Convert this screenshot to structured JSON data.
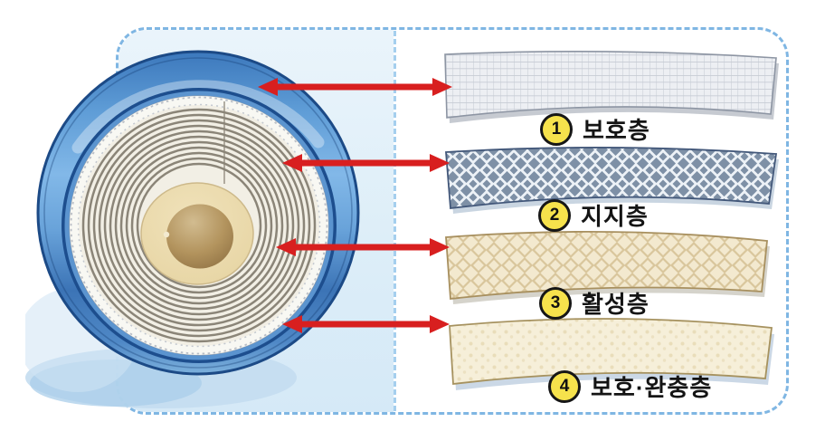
{
  "diagram_subject": "adhesive-tape-roll-layer-structure",
  "layers": [
    {
      "badge": "1",
      "label": "보호층",
      "texture": "fine-grid-mesh",
      "base_color": "#edeff3",
      "line_color": "#bdc3cd"
    },
    {
      "badge": "2",
      "label": "지지층",
      "texture": "diamond-net-mesh",
      "base_color": "#7e90a6",
      "line_color": "#edf2f7"
    },
    {
      "badge": "3",
      "label": "활성층",
      "texture": "waffle-grid",
      "base_color": "#f3e9cf",
      "line_color": "#d9c69c"
    },
    {
      "badge": "4",
      "label": "보호·완충층",
      "texture": "plain-dotted",
      "base_color": "#f6efd9",
      "line_color": "#e9ddba"
    }
  ],
  "colors": {
    "outer_border_dash": "#7fb6e3",
    "divider_dash": "#a5cfee",
    "panel_bg": "#ddeef8",
    "arrow_red": "#d81f1f",
    "badge_fill": "#f6e24c",
    "badge_border": "#161616",
    "label_text": "#141414",
    "roll_rim_blue": "#4a86c8",
    "roll_rim_outline": "#1c4a86",
    "roll_face": "#f2efe5",
    "roll_ring_line": "#8b8578",
    "roll_core": "#ead9ad",
    "roll_hole": "#8d7144",
    "roll_shadow": "#bcd9ee"
  }
}
